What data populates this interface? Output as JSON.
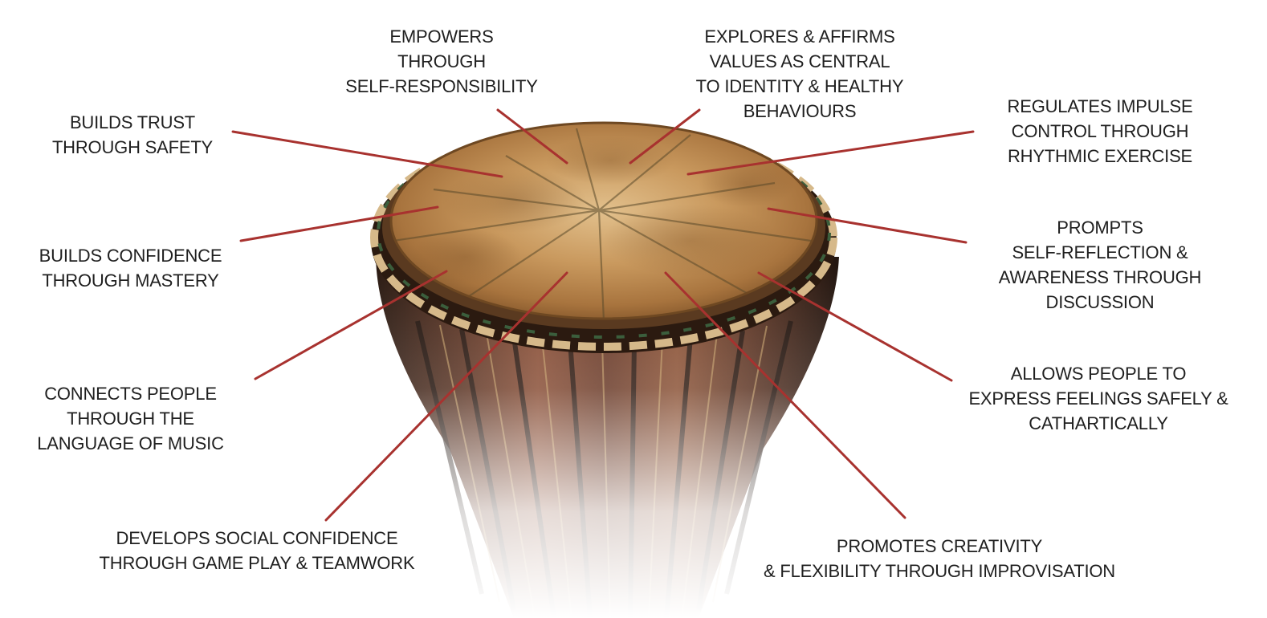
{
  "diagram": {
    "image_name": "djembe-drum",
    "line_color": "#a8322f",
    "labels": [
      {
        "id": "empowers",
        "lines": [
          "EMPOWERS",
          "THROUGH",
          "SELF-RESPONSIBILITY"
        ]
      },
      {
        "id": "explores-values",
        "lines": [
          "EXPLORES & AFFIRMS",
          "VALUES AS CENTRAL",
          "TO IDENTITY & HEALTHY",
          "BEHAVIOURS"
        ]
      },
      {
        "id": "builds-trust",
        "lines": [
          "BUILDS TRUST",
          "THROUGH SAFETY"
        ]
      },
      {
        "id": "regulates-impulse",
        "lines": [
          "REGULATES IMPULSE",
          "CONTROL THROUGH",
          "RHYTHMIC EXERCISE"
        ]
      },
      {
        "id": "builds-confidence",
        "lines": [
          "BUILDS CONFIDENCE",
          "THROUGH MASTERY"
        ]
      },
      {
        "id": "prompts-reflection",
        "lines": [
          "PROMPTS",
          "SELF-REFLECTION &",
          "AWARENESS THROUGH",
          "DISCUSSION"
        ]
      },
      {
        "id": "connects-people",
        "lines": [
          "CONNECTS PEOPLE",
          "THROUGH THE",
          "LANGUAGE OF MUSIC"
        ]
      },
      {
        "id": "allows-feelings",
        "lines": [
          "ALLOWS PEOPLE TO",
          "EXPRESS FEELINGS SAFELY &",
          "CATHARTICALLY"
        ]
      },
      {
        "id": "develops-social",
        "lines": [
          "DEVELOPS SOCIAL CONFIDENCE",
          "THROUGH GAME PLAY & TEAMWORK"
        ]
      },
      {
        "id": "promotes-creativity",
        "lines": [
          "PROMOTES CREATIVITY",
          "& FLEXIBILITY THROUGH IMPROVISATION"
        ]
      }
    ]
  }
}
